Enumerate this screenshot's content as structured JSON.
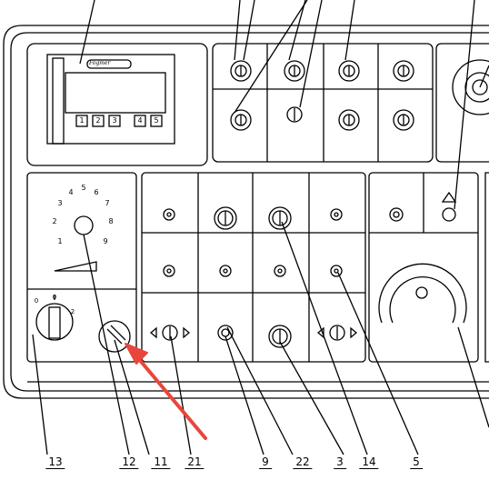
{
  "callouts": [
    "13",
    "12",
    "11",
    "21",
    "9",
    "22",
    "3",
    "14",
    "5"
  ],
  "display": {
    "logo_text": "Fogmer",
    "keys": [
      "1",
      "2",
      "3",
      "4",
      "5"
    ]
  },
  "dial_ticks": [
    "1",
    "2",
    "3",
    "4",
    "5",
    "6",
    "7",
    "8",
    "9"
  ],
  "selector": {
    "left": "0",
    "top": "0",
    "right": "2"
  },
  "arrow_color": "#e8463c",
  "line_color": "#000000"
}
